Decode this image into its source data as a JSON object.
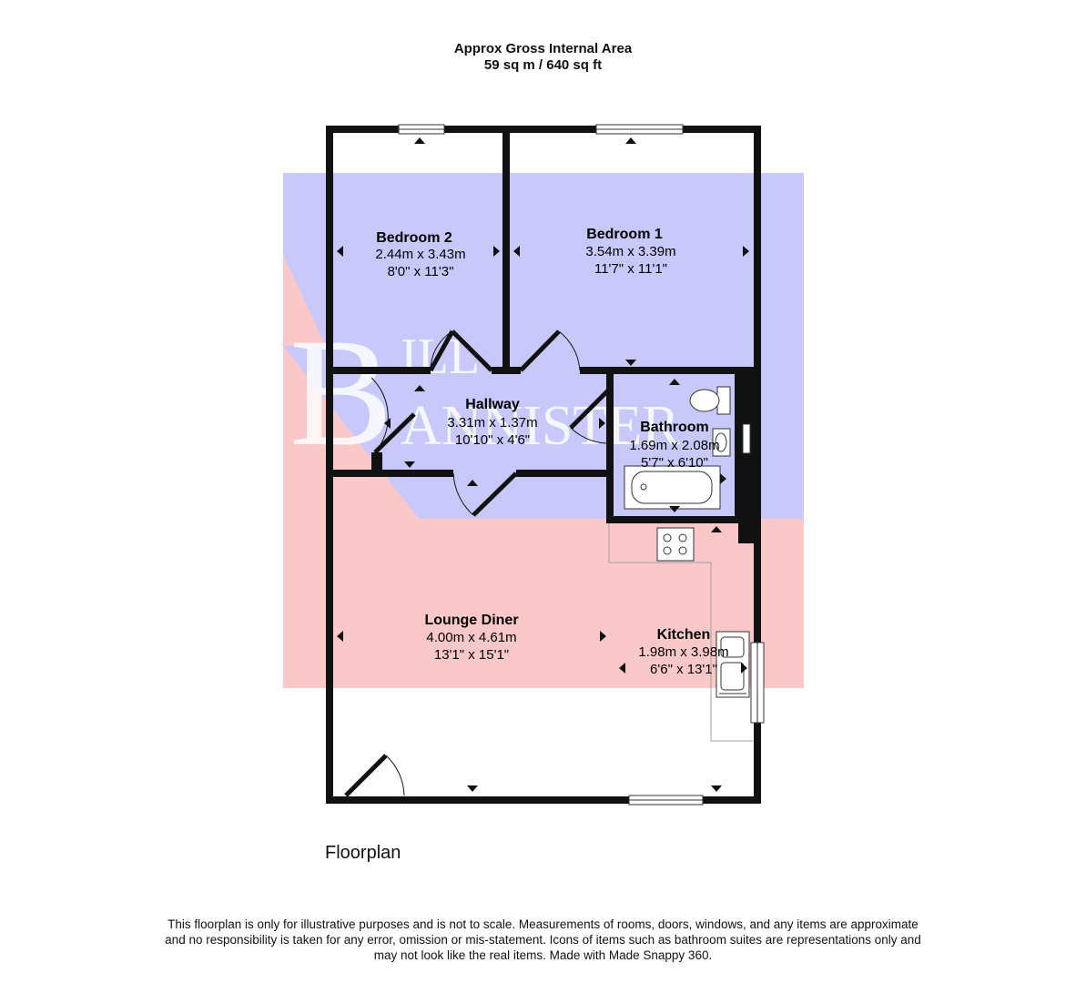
{
  "header": {
    "line1": "Approx Gross Internal Area",
    "line2": "59 sq m / 640 sq ft"
  },
  "watermark": {
    "letters": [
      "B",
      "ILL",
      "ANNISTER"
    ],
    "colors": {
      "blue": "#c8c8fa",
      "red": "#fac8c8"
    }
  },
  "rooms": {
    "bedroom2": {
      "name": "Bedroom 2",
      "metric": "2.44m x 3.43m",
      "imperial": "8'0\" x 11'3\""
    },
    "bedroom1": {
      "name": "Bedroom 1",
      "metric": "3.54m x 3.39m",
      "imperial": "11'7\" x 11'1\""
    },
    "hallway": {
      "name": "Hallway",
      "metric": "3.31m x 1.37m",
      "imperial": "10'10\" x 4'6\""
    },
    "bathroom": {
      "name": "Bathroom",
      "metric": "1.69m x 2.08m",
      "imperial": "5'7\" x 6'10\""
    },
    "lounge": {
      "name": "Lounge Diner",
      "metric": "4.00m x 4.61m",
      "imperial": "13'1\" x 15'1\""
    },
    "kitchen": {
      "name": "Kitchen",
      "metric": "1.98m x 3.98m",
      "imperial": "6'6\" x 13'1\""
    }
  },
  "floor_label": "Floorplan",
  "disclaimer": {
    "line1": "This floorplan is only for illustrative purposes and is not to scale. Measurements of rooms, doors, windows, and any items are approximate",
    "line2": "and no responsibility is taken for any error, omission or mis-statement. Icons of items such as bathroom suites are representations only and",
    "line3": "may not look like the real items. Made with Made Snappy 360."
  }
}
